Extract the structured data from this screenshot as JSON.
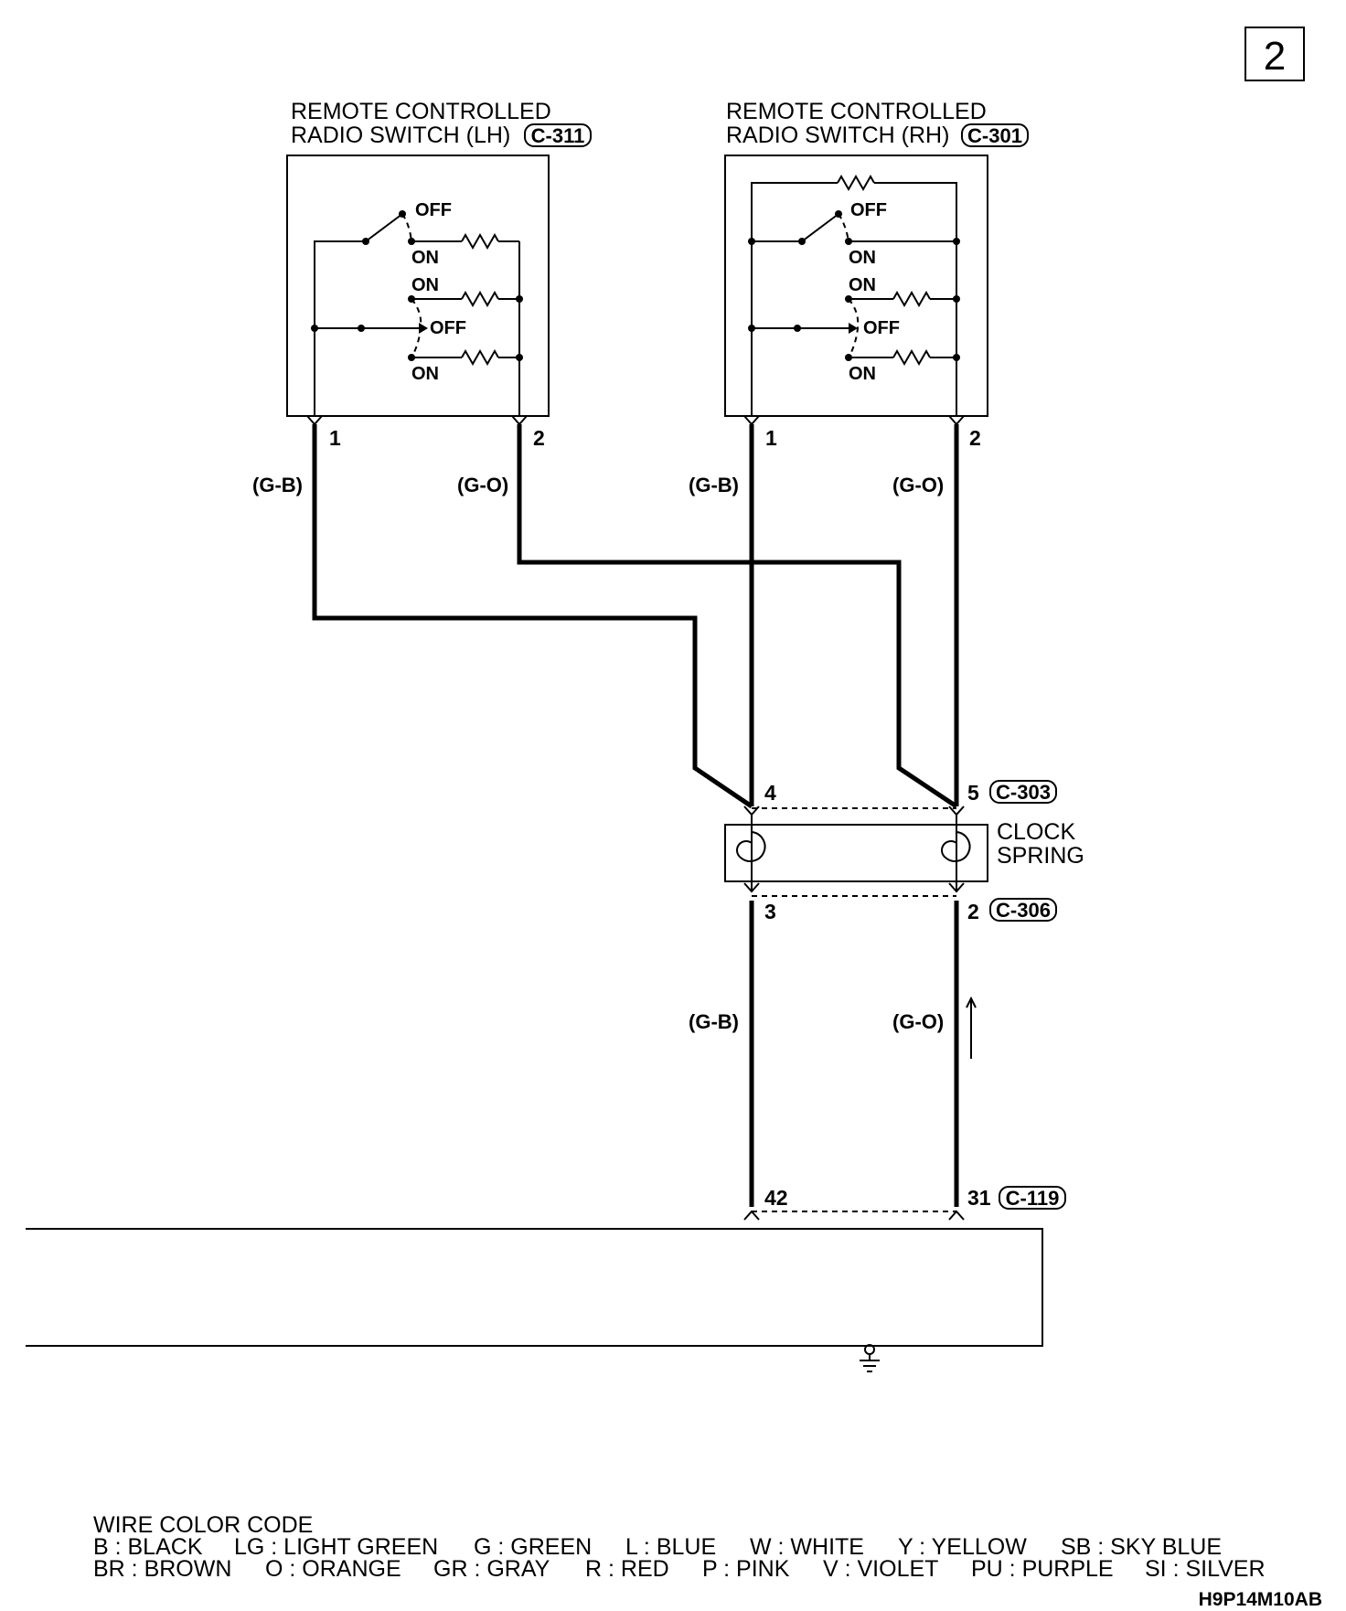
{
  "page_number": "2",
  "lh_switch": {
    "title_line1": "REMOTE CONTROLLED",
    "title_line2": "RADIO SWITCH (LH)",
    "connector": "C-311",
    "positions": [
      "OFF",
      "ON",
      "ON",
      "OFF",
      "ON"
    ],
    "pins": [
      "1",
      "2"
    ]
  },
  "rh_switch": {
    "title_line1": "REMOTE CONTROLLED",
    "title_line2": "RADIO SWITCH (RH)",
    "connector": "C-301",
    "positions": [
      "OFF",
      "ON",
      "ON",
      "OFF",
      "ON"
    ],
    "pins": [
      "1",
      "2"
    ]
  },
  "wire_labels": {
    "lh_pin1": "(G-B)",
    "lh_pin2": "(G-O)",
    "rh_pin1": "(G-B)",
    "rh_pin2": "(G-O)",
    "lower_left": "(G-B)",
    "lower_right": "(G-O)"
  },
  "clock_spring": {
    "line1": "CLOCK",
    "line2": "SPRING",
    "top_pins": [
      "4",
      "5"
    ],
    "top_connector": "C-303",
    "bottom_pins": [
      "3",
      "2"
    ],
    "bottom_connector": "C-306"
  },
  "bottom_connector": {
    "pins": [
      "42",
      "31"
    ],
    "connector": "C-119"
  },
  "legend": {
    "title": "WIRE COLOR CODE",
    "line1": [
      "B : BLACK",
      "LG : LIGHT GREEN",
      "G : GREEN",
      "L : BLUE",
      "W : WHITE",
      "Y : YELLOW",
      "SB : SKY BLUE"
    ],
    "line2": [
      "BR : BROWN",
      "O : ORANGE",
      "GR : GRAY",
      "R : RED",
      "P : PINK",
      "V : VIOLET",
      "PU : PURPLE",
      "SI : SILVER"
    ]
  },
  "figure_code": "H9P14M10AB"
}
